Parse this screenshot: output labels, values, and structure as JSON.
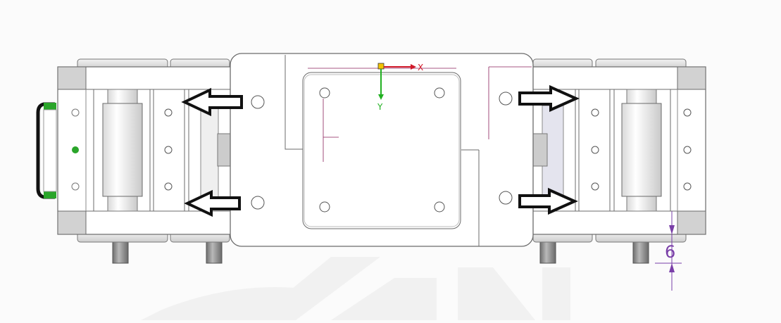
{
  "viewport": {
    "background": "#fbfbfb",
    "watermark_color": "#f1f1f1"
  },
  "triad": {
    "x_label": "X",
    "y_label": "Y",
    "x_color": "#d11a2a",
    "y_color": "#21b021"
  },
  "dimension": {
    "value": "6",
    "color": "#7a3fa8"
  },
  "arrows": {
    "style": "hollow-outlined",
    "left_direction": "left",
    "right_direction": "right"
  },
  "part_colors": {
    "body": "#ffffff",
    "edge": "#6b6b6b",
    "shade": "#cfcfcf",
    "end_block": "#d2d2d2",
    "green_handle": "#2aa52a",
    "pin": "#8e8e8e",
    "sketch_line": "#8a1f5a"
  }
}
